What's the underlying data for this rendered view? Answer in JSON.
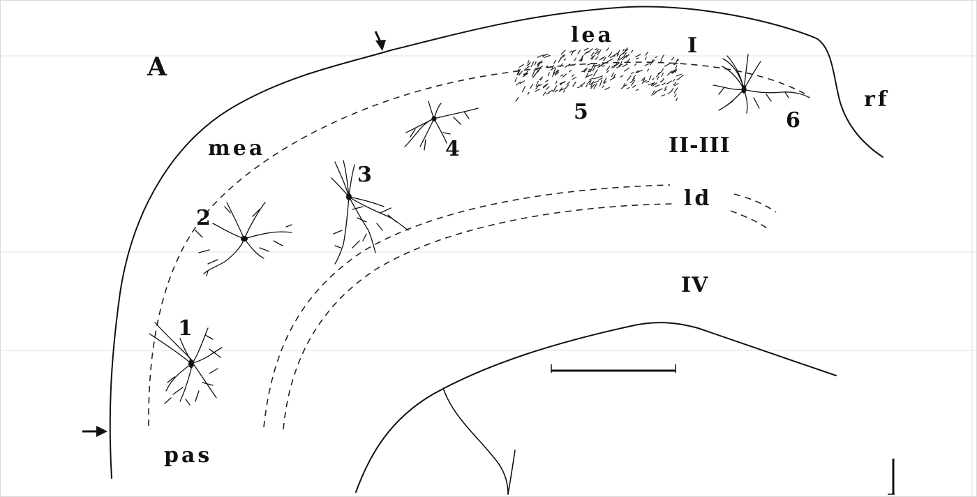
{
  "figure": {
    "panel_label": "A",
    "region_labels": {
      "lea": "lea",
      "mea": "mea",
      "pas": "pas",
      "rf": "rf",
      "ld": "ld"
    },
    "layer_labels": {
      "layer_I": "I",
      "layer_II_III": "II-III",
      "layer_IV": "IV"
    },
    "neuron_labels": [
      "1",
      "2",
      "3",
      "4",
      "5",
      "6"
    ],
    "line_color": "#111111",
    "background_color": "#ffffff"
  }
}
